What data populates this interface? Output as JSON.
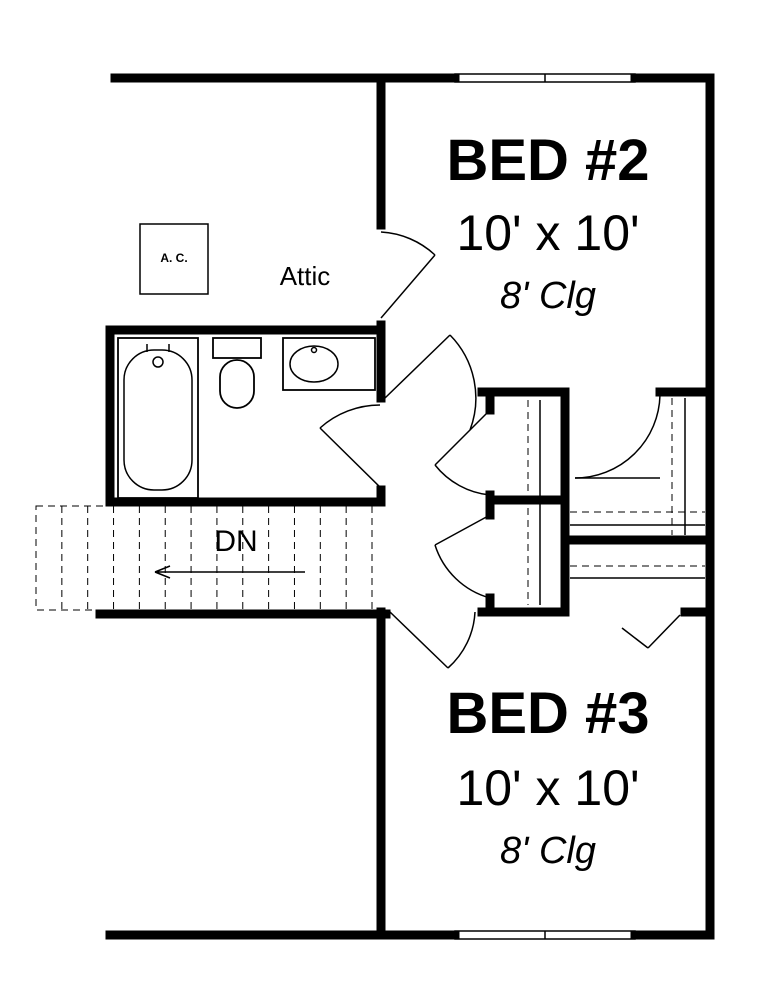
{
  "rooms": {
    "bed2": {
      "title": "BED #2",
      "size": "10' x 10'",
      "ceiling": "8' Clg"
    },
    "bed3": {
      "title": "BED #3",
      "size": "10' x 10'",
      "ceiling": "8' Clg"
    }
  },
  "labels": {
    "attic": "Attic",
    "ac": "A. C.",
    "stairs": "DN"
  },
  "colors": {
    "line": "#000000",
    "background": "#ffffff"
  }
}
